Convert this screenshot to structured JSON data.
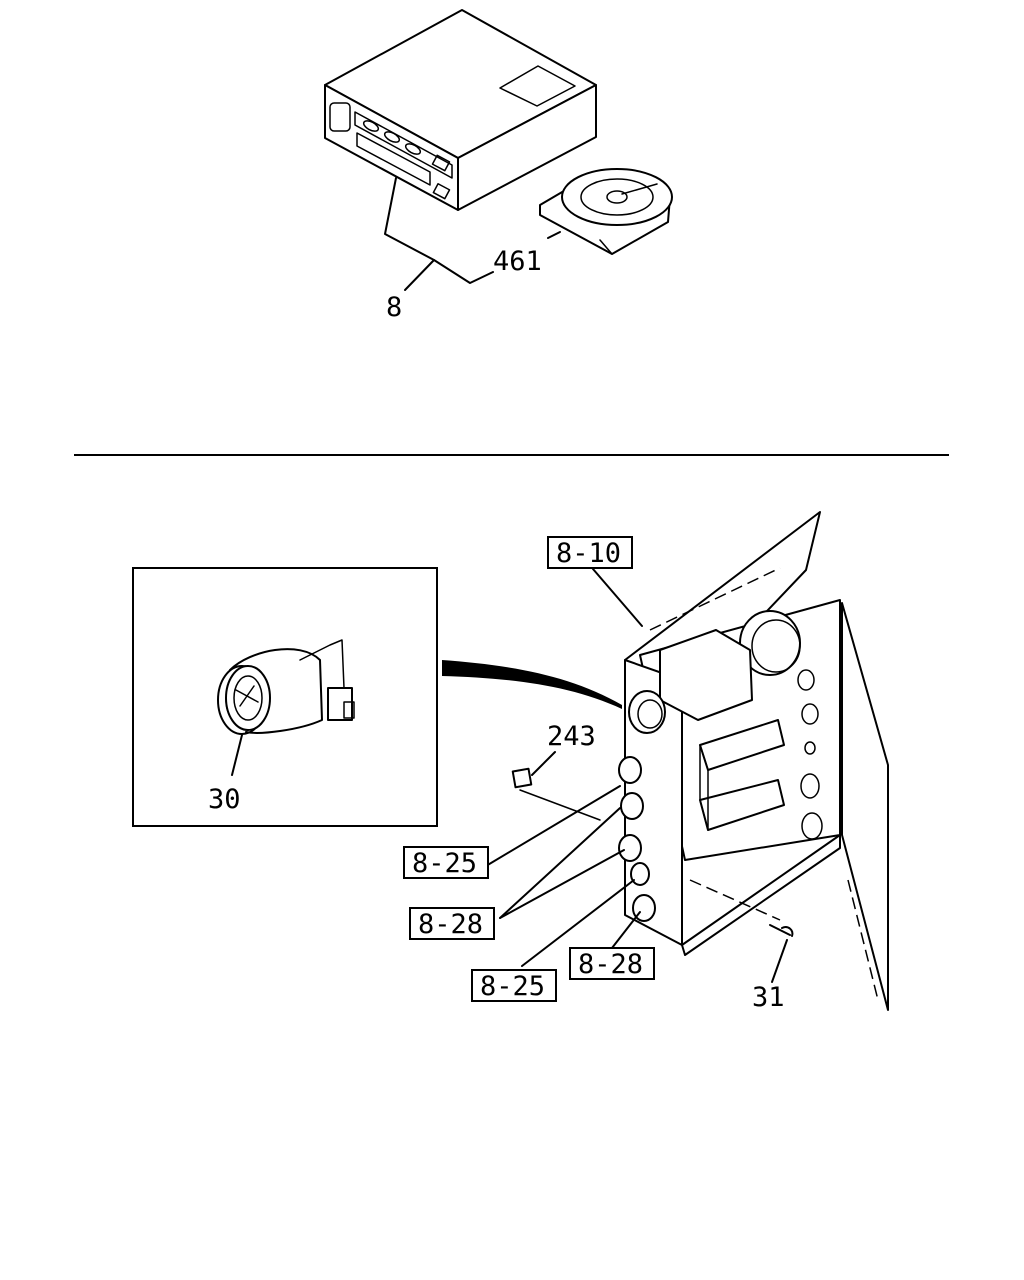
{
  "labels": {
    "part_8": "8",
    "part_461": "461",
    "part_8_10": "8-10",
    "part_243": "243",
    "part_30": "30",
    "part_8_25_a": "8-25",
    "part_8_28_a": "8-28",
    "part_8_25_b": "8-25",
    "part_8_28_b": "8-28",
    "part_31": "31"
  }
}
